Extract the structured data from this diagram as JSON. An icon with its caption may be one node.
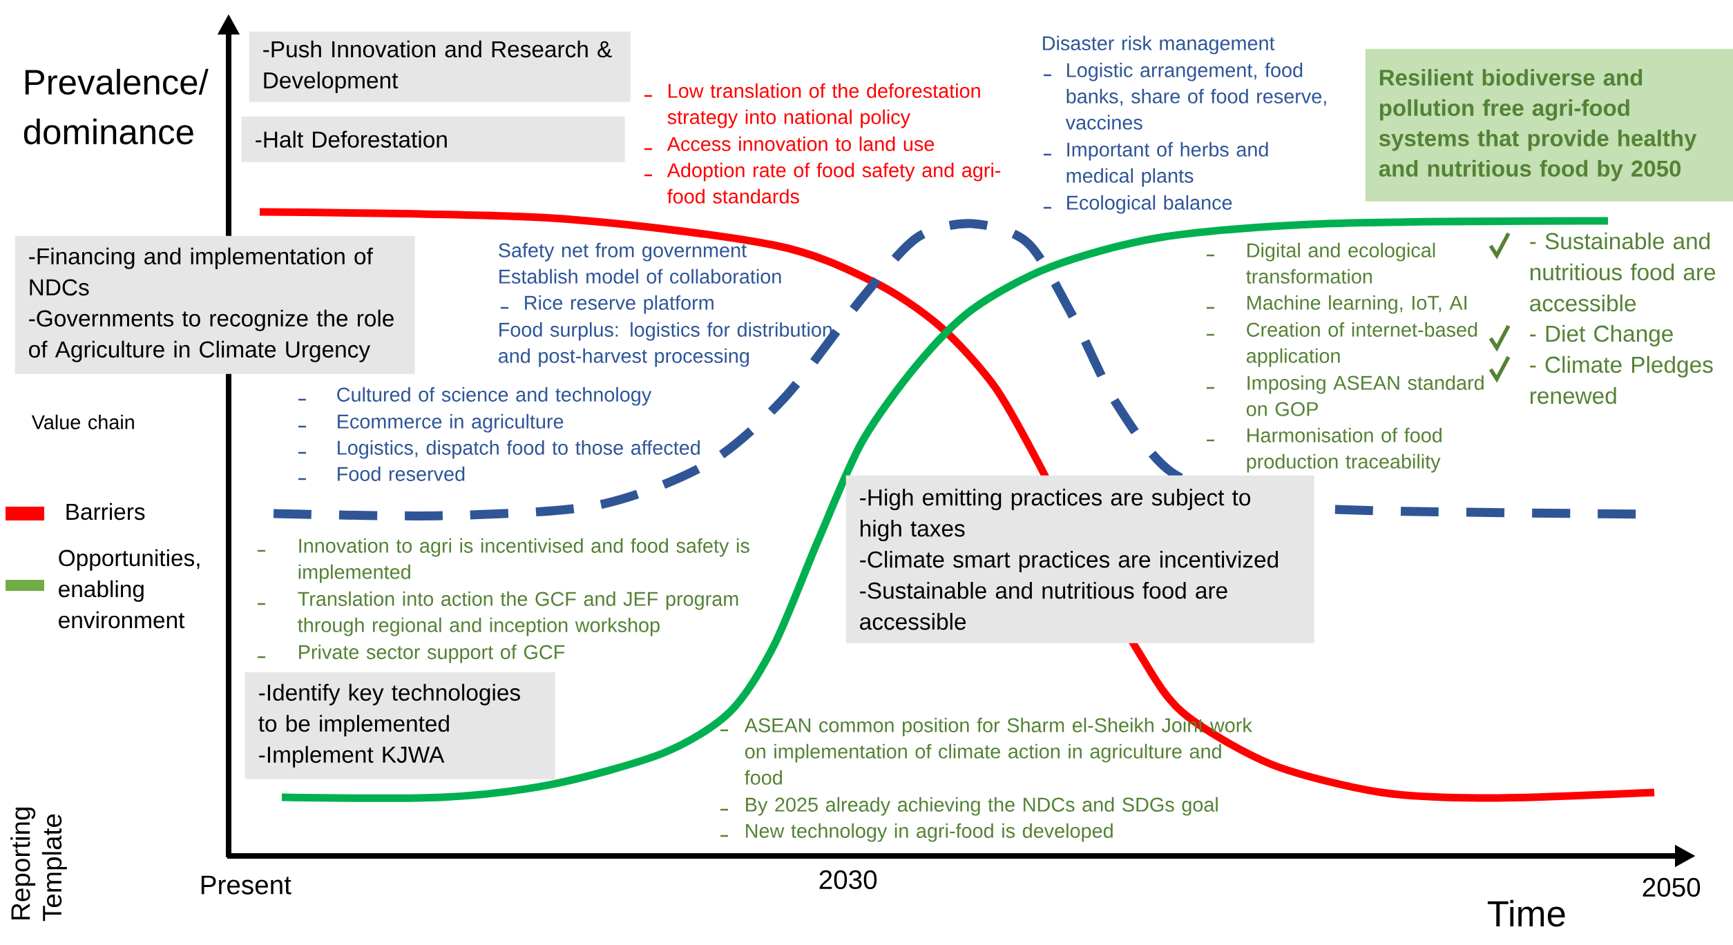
{
  "diagram": {
    "nodes": [
      {
        "text": [
          "-Push Innovation and Research & Development"
        ]
      },
      {
        "text": [
          "-Halt Deforestation"
        ]
      },
      {
        "text": [
          "-Financing and implementation of NDCs",
          "-Governments to recognize the role of Agriculture in Climate Urgency"
        ]
      },
      {
        "text": [
          "-Identify key technologies to be implemented",
          "-Implement KJWA"
        ]
      },
      {
        "text": [
          "-High emitting practices are subject to high taxes",
          "-Climate smart practices are incentivized",
          "-Sustainable and nutritious food are accessible"
        ]
      },
      {
        "text": [
          "Resilient biodiverse and pollution free agri-food systems that provide healthy and nutritious food by 2050"
        ]
      }
    ],
    "edges": [],
    "labels": [
      "Prevalence/ dominance",
      "Low translation of the deforestation strategy into national policy",
      "Access innovation to land use",
      "Adoption rate of food safety and agri-food standards",
      "Disaster risk management",
      "Logistic arrangement, food banks, share of food reserve, vaccines",
      "Important of herbs and medical plants",
      "Ecological balance",
      "- Sustainable and nutritious food are accessible",
      "- Diet Change",
      "- Climate Pledges renewed",
      "Safety net from government",
      "Establish model of collaboration",
      "Rice reserve platform",
      "Food surplus: logistics for distribution and post-harvest processing",
      "Digital and ecological transformation",
      "Machine learning, IoT, AI",
      "Creation of internet-based application",
      "Imposing ASEAN standard on GOP",
      "Harmonisation of food production traceability",
      "Cultured of science and technology",
      "Ecommerce in agriculture",
      "Logistics, dispatch food to those affected",
      "Food reserved",
      "Value chain",
      "Innovation to agri is incentivised and food safety is implemented",
      "Translation into action the GCF and JEF program through regional and inception workshop",
      "Private sector support of GCF",
      "ASEAN common position for Sharm el-Sheikh Joint work on implementation of climate action in agriculture and food",
      "By 2025 already achieving the NDCs and SDGs goal",
      "New technology in agri-food is developed",
      "Present",
      "2030",
      "2050",
      "Time",
      "Reporting Template"
    ],
    "legend": [
      {
        "text": "Barriers",
        "color": "#ff0000"
      },
      {
        "text": "Opportunities, enabling environment",
        "color": "#70ad47"
      }
    ]
  }
}
